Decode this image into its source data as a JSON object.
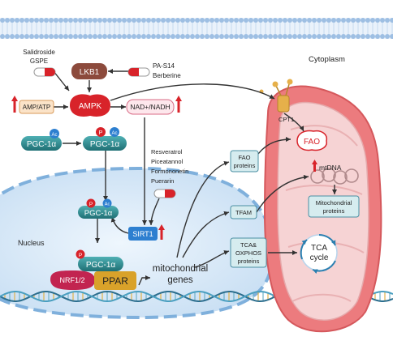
{
  "labels": {
    "cytoplasm": "Cytoplasm",
    "nucleus": "Nucleus",
    "cpt1": "CPT1",
    "fao": "FAO",
    "mtdna": "mtDNA",
    "mito_proteins_line1": "Mitochondrial",
    "mito_proteins_line2": "proteins",
    "tca_line1": "TCA",
    "tca_line2": "cycle"
  },
  "drugs": {
    "top_left_line1": "Salidroside",
    "top_left_line2": "GSPE",
    "top_right_line1": "PA-S14",
    "top_right_line2": "Berberine",
    "middle_line1": "Resveratrol",
    "middle_line2": "Piceatannol",
    "middle_line3": "Formononetin",
    "middle_line4": "Puerarin"
  },
  "nodes": {
    "lkb1": "LKB1",
    "ampk": "AMPK",
    "amp_atp": "AMP/ATP",
    "nad_nadh": "NAD+/NADH",
    "pgc": "PGC-1α",
    "sirt1": "SIRT1",
    "nrf": "NRF1/2",
    "ppar": "PPAR",
    "mito_genes_line1": "mitochondrial",
    "mito_genes_line2": "genes",
    "fao_proteins_line1": "FAO",
    "fao_proteins_line2": "proteins",
    "tfam": "TFAM",
    "tca_ox_line1": "TCA&",
    "tca_ox_line2": "OXPHOS",
    "tca_ox_line3": "proteins"
  },
  "markers": {
    "phospho": "P",
    "acetyl": "Ac"
  },
  "colors": {
    "membrane": "#a9c6e6",
    "nucleus_fill": "#d9e9f8",
    "nucleus_border": "#7fb0dc",
    "ampk": "#d8232a",
    "lkb1": "#8c4a3c",
    "pgc": "#2e8b8f",
    "sirt1": "#2d7fd0",
    "nrf": "#c22450",
    "ppar": "#d9a22a",
    "mito_outer": "#ea6f73",
    "mito_inner": "#f3c7c9",
    "box_fill": "#d6ecef",
    "box_border": "#4a8fa3",
    "arrow": "#333333",
    "up_arrow": "#d8232a"
  }
}
